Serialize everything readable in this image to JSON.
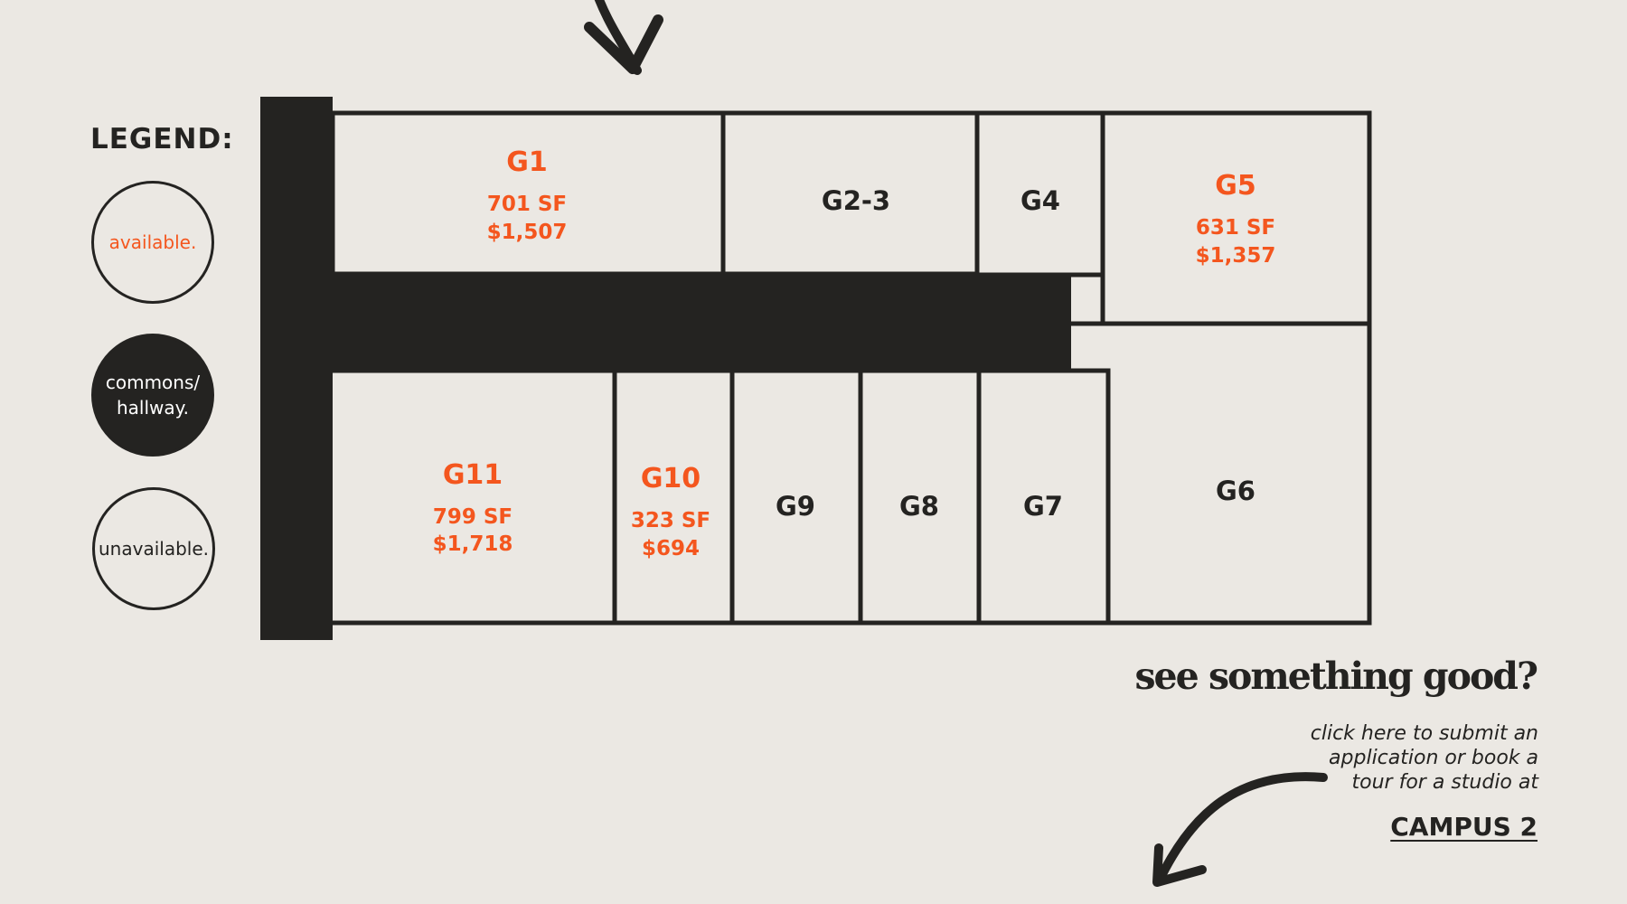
{
  "colors": {
    "available": "#f4561e",
    "dark": "#242321",
    "background": "#ebe8e3"
  },
  "legend": {
    "title": "LEGEND:",
    "available": "available.",
    "commons_line1": "commons/",
    "commons_line2": "hallway.",
    "unavailable": "unavailable."
  },
  "units": {
    "g1": {
      "name": "G1",
      "status": "available",
      "sf": "701 SF",
      "price": "$1,507"
    },
    "g23": {
      "name": "G2-3",
      "status": "unavailable"
    },
    "g4": {
      "name": "G4",
      "status": "unavailable"
    },
    "g5": {
      "name": "G5",
      "status": "available",
      "sf": "631 SF",
      "price": "$1,357"
    },
    "g6": {
      "name": "G6",
      "status": "unavailable"
    },
    "g7": {
      "name": "G7",
      "status": "unavailable"
    },
    "g8": {
      "name": "G8",
      "status": "unavailable"
    },
    "g9": {
      "name": "G9",
      "status": "unavailable"
    },
    "g10": {
      "name": "G10",
      "status": "available",
      "sf": "323 SF",
      "price": "$694"
    },
    "g11": {
      "name": "G11",
      "status": "available",
      "sf": "799 SF",
      "price": "$1,718"
    }
  },
  "cta": {
    "heading": "see something good?",
    "line1": "click here to submit an",
    "line2": "application or book a",
    "line3": "tour for a studio at",
    "link": "CAMPUS 2"
  },
  "icons": {
    "top_arrow": "arrow-down-icon",
    "bottom_arrow": "arrow-down-left-icon"
  }
}
